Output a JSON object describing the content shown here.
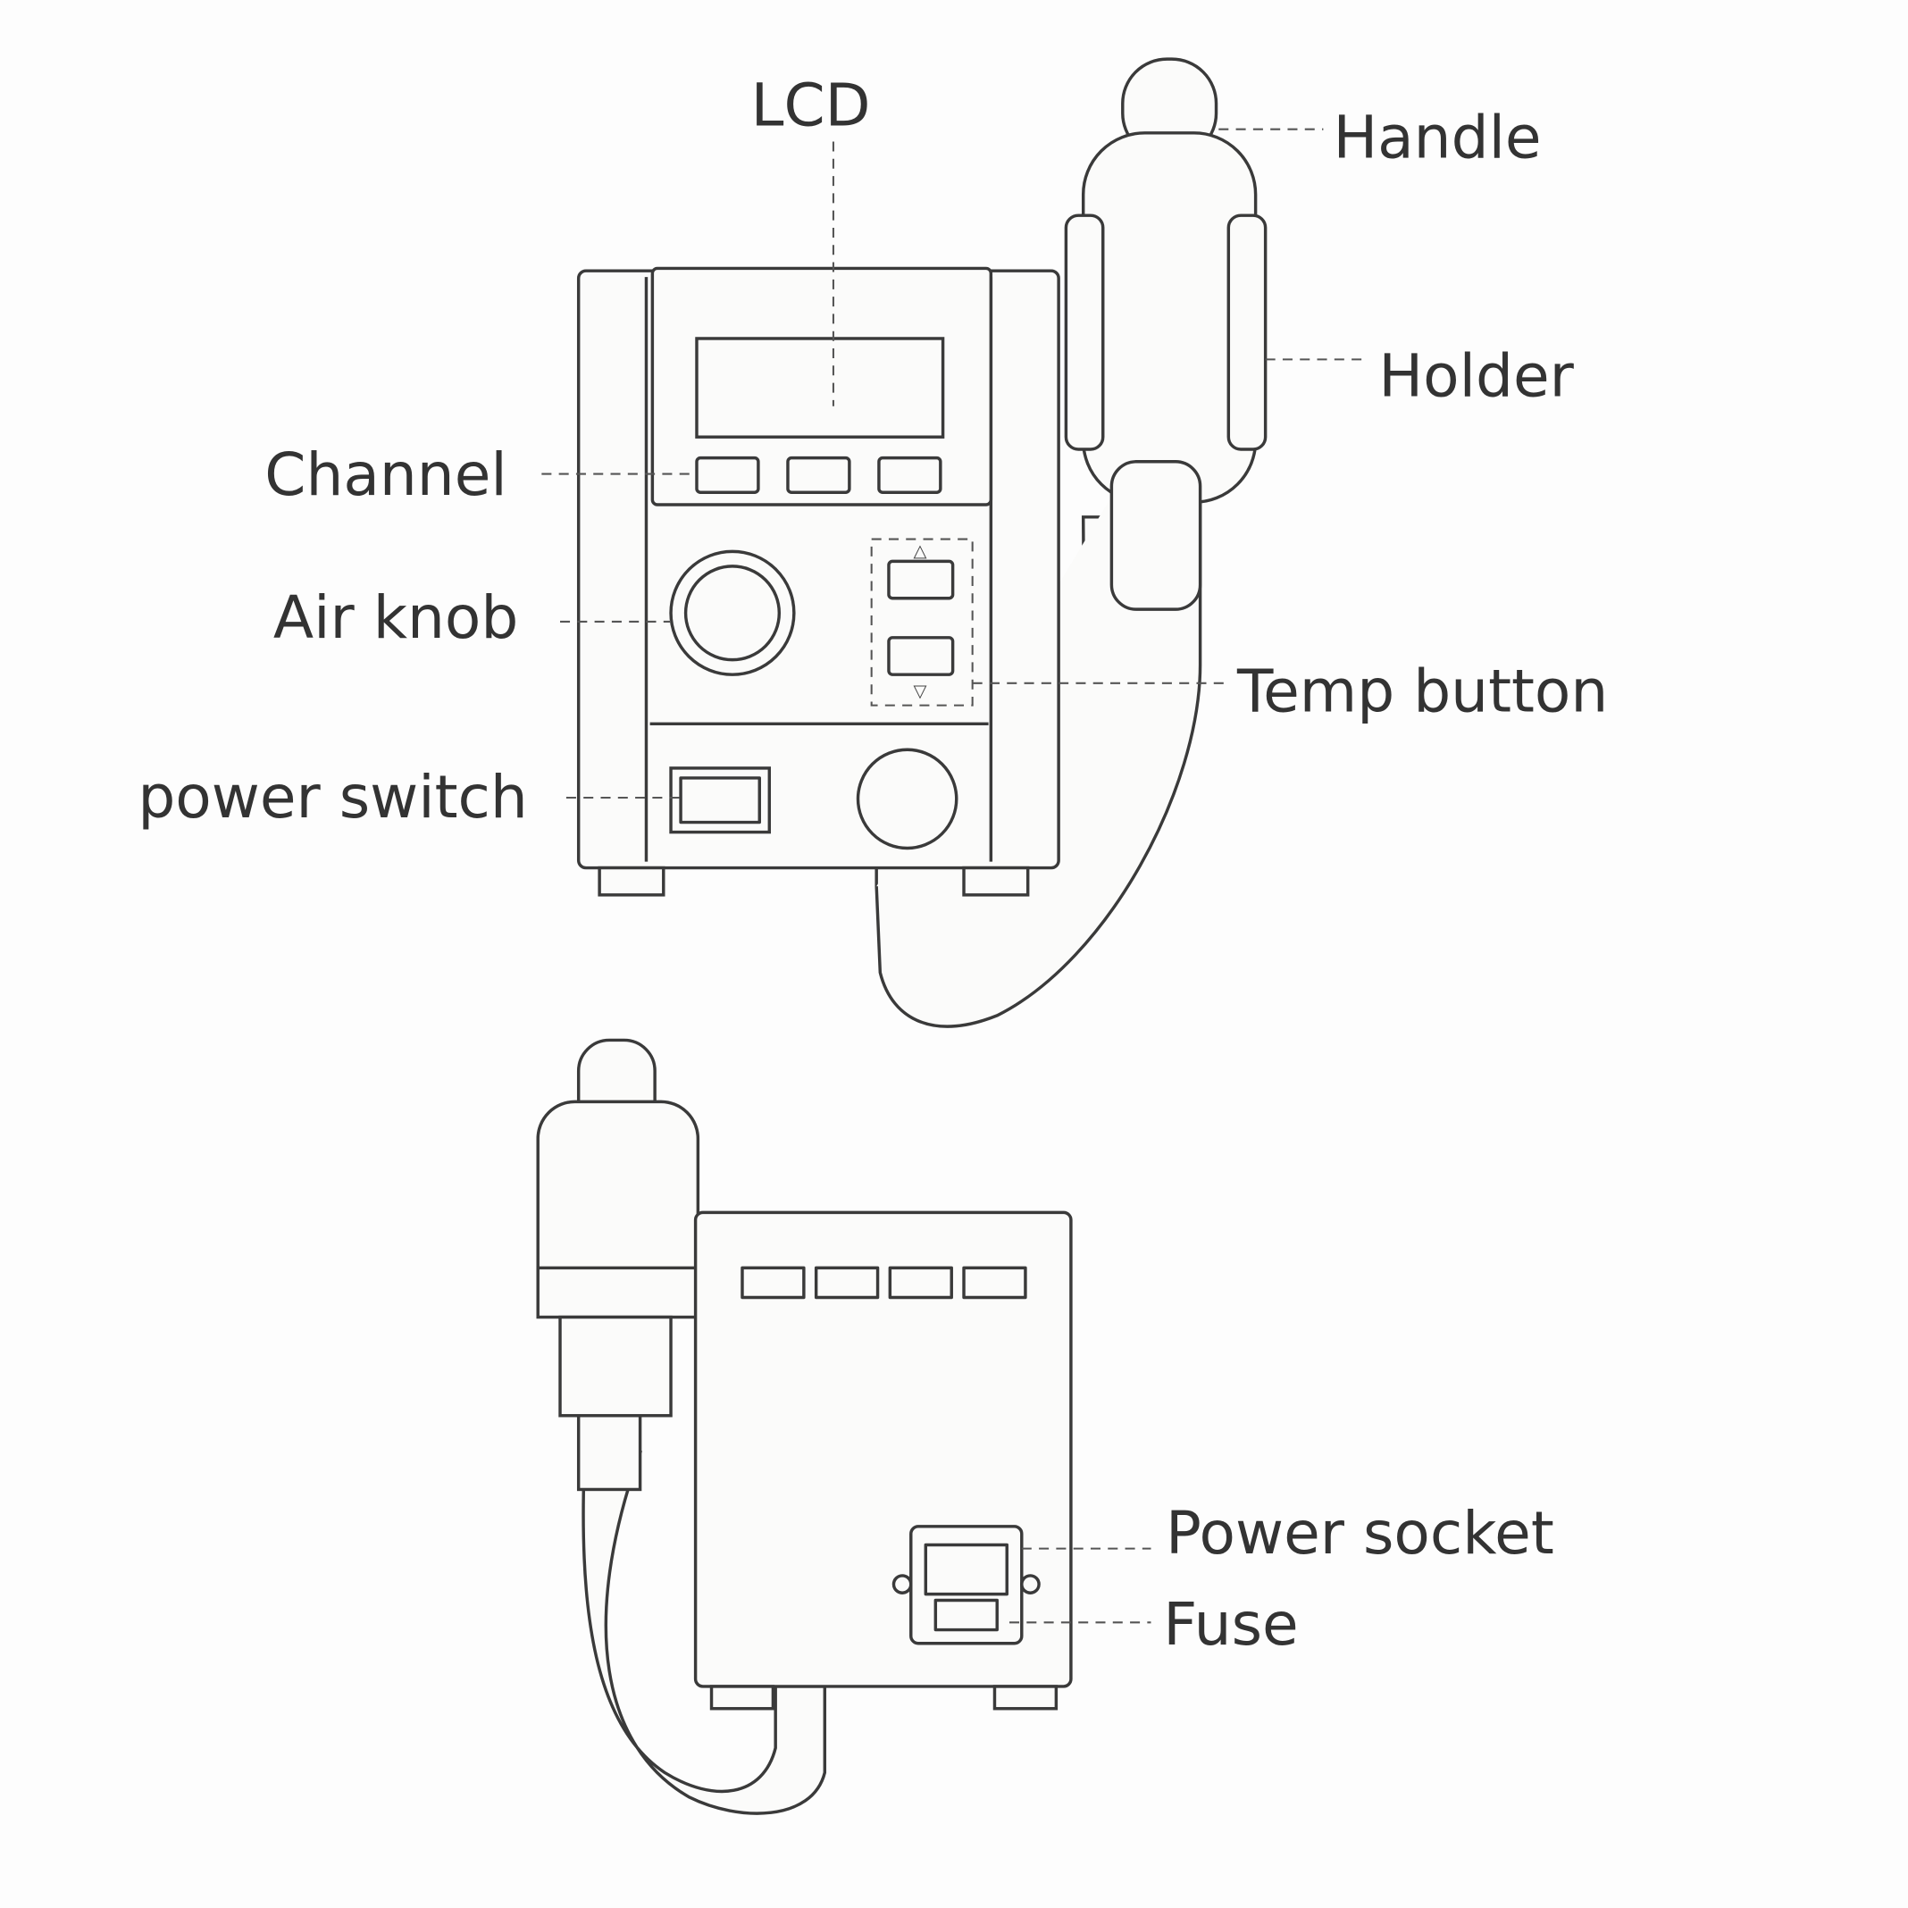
{
  "title": "Hot air rework station parts diagram",
  "front_view_labels": {
    "lcd": "LCD",
    "handle": "Handle",
    "holder": "Holder",
    "channel": "Channel",
    "air_knob": "Air knob",
    "temp_button": "Temp button",
    "power_switch": "power switch"
  },
  "rear_view_labels": {
    "power_socket": "Power socket",
    "fuse": "Fuse"
  }
}
